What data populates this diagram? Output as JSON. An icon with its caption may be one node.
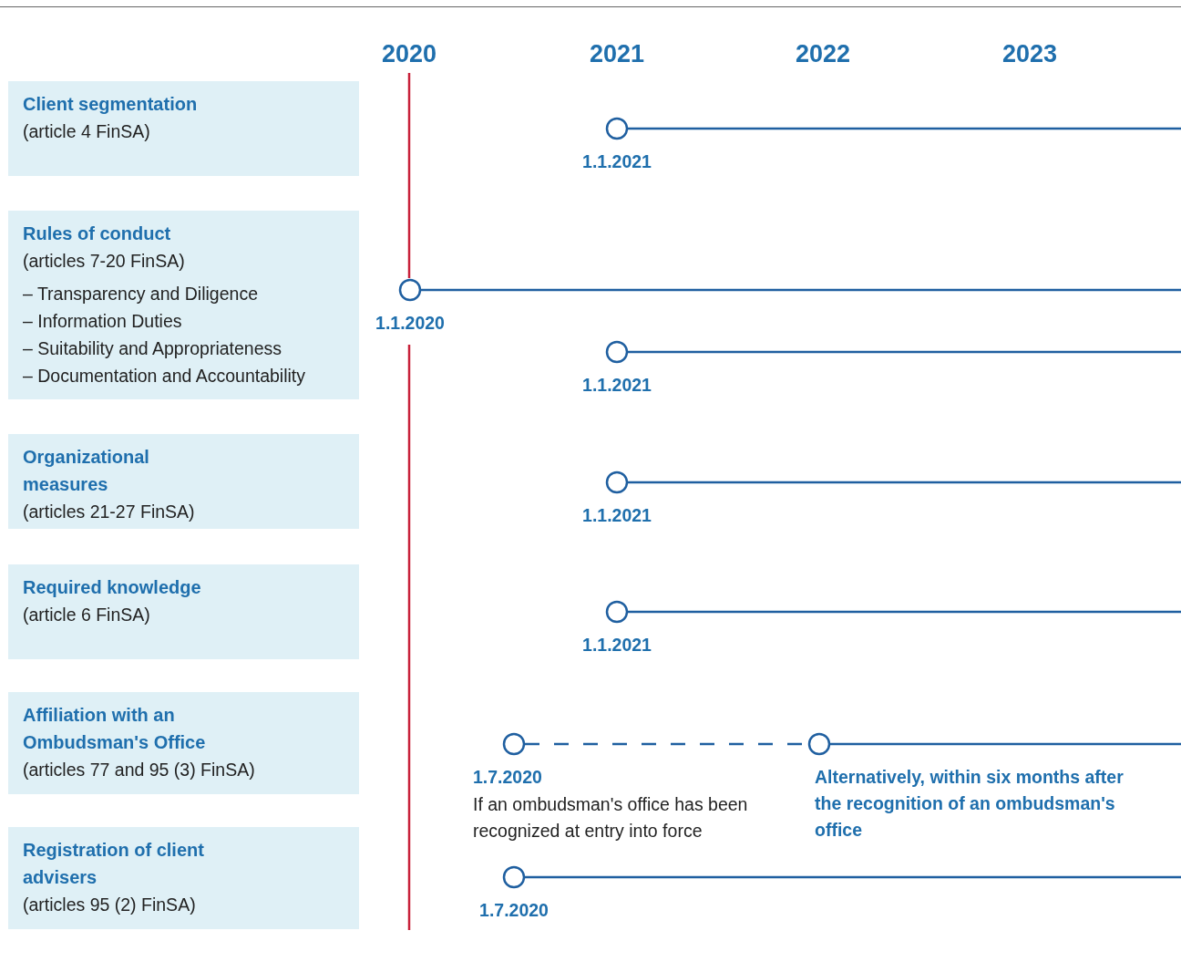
{
  "diagram": {
    "nodes": [
      {
        "text": [
          "Client segmentation",
          "(article 4 FinSA)"
        ]
      },
      {
        "text": [
          "Rules of conduct",
          "(articles 7-20 FinSA)",
          "– Transparency and Diligence",
          "– Information Duties",
          "– Suitability and Appropriateness",
          "– Documentation and Accountability"
        ]
      },
      {
        "text": [
          "Organizational measures",
          "(articles 21-27 FinSA)"
        ]
      },
      {
        "text": [
          "Required knowledge",
          "(article 6 FinSA)"
        ]
      },
      {
        "text": [
          "Affiliation with an Ombudsman's Office",
          "(articles 77 and 95 (3) FinSA)"
        ]
      },
      {
        "text": [
          "Registration of client advisers",
          "(articles 95 (2) FinSA)"
        ]
      },
      {
        "text": [],
        "shape": "circle",
        "beside": [
          "1.1.2021"
        ]
      },
      {
        "text": [],
        "shape": "circle",
        "beside": [
          "1.1.2020"
        ]
      },
      {
        "text": [],
        "shape": "circle",
        "beside": [
          "1.1.2021"
        ]
      },
      {
        "text": [],
        "shape": "circle",
        "beside": [
          "1.1.2021"
        ]
      },
      {
        "text": [],
        "shape": "circle",
        "beside": [
          "1.1.2021"
        ]
      },
      {
        "text": [],
        "shape": "circle",
        "beside": [
          "1.7.2020",
          "If an ombudsman's office has been recognized at entry into force"
        ]
      },
      {
        "text": [],
        "shape": "circle",
        "beside": [
          "Alternatively, within six months after the recognition of an ombudsman's office"
        ]
      },
      {
        "text": [],
        "shape": "circle",
        "beside": [
          "1.7.2020"
        ]
      }
    ],
    "edges": [
      {
        "from": 6,
        "to": null,
        "arrow": "none"
      },
      {
        "from": 7,
        "to": null,
        "arrow": "none"
      },
      {
        "from": 8,
        "to": null,
        "arrow": "none"
      },
      {
        "from": 9,
        "to": null,
        "arrow": "none"
      },
      {
        "from": 10,
        "to": null,
        "arrow": "none"
      },
      {
        "from": 11,
        "to": 12,
        "arrow": "none",
        "style": "dashed"
      },
      {
        "from": 12,
        "to": null,
        "arrow": "none"
      },
      {
        "from": 13,
        "to": null,
        "arrow": "none"
      }
    ],
    "labels": [
      "2020",
      "2021",
      "2022",
      "2023"
    ]
  }
}
